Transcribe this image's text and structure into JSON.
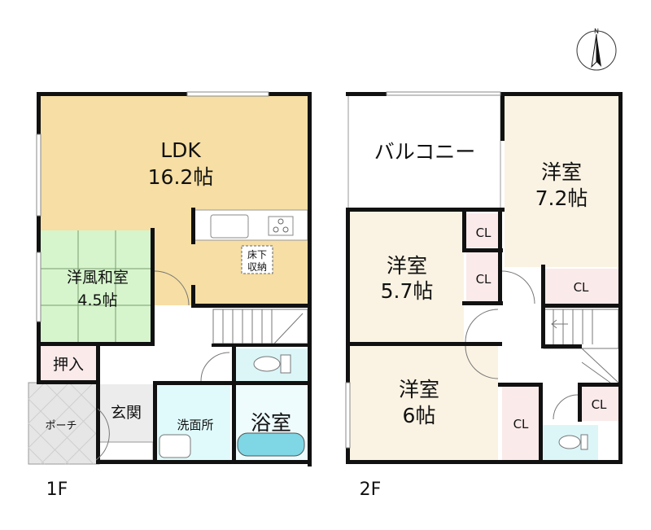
{
  "compass": {
    "label": "N"
  },
  "floor1": {
    "title": "1F",
    "rooms": {
      "ldk": {
        "name": "LDK",
        "size": "16.2帖"
      },
      "washitsu": {
        "name": "洋風和室",
        "size": "4.5帖"
      },
      "oshiire": {
        "name": "押入"
      },
      "genkan": {
        "name": "玄関"
      },
      "porch": {
        "name": "ポーチ"
      },
      "senmen": {
        "name": "洗面所"
      },
      "bath": {
        "name": "浴室"
      },
      "underfloor": {
        "line1": "床下",
        "line2": "収納"
      }
    }
  },
  "floor2": {
    "title": "2F",
    "rooms": {
      "balcony": {
        "name": "バルコニー"
      },
      "room72": {
        "name": "洋室",
        "size": "7.2帖"
      },
      "room57": {
        "name": "洋室",
        "size": "5.7帖"
      },
      "room6": {
        "name": "洋室",
        "size": "6帖"
      },
      "closet": "CL"
    }
  },
  "colors": {
    "ldk": "#f6dea4",
    "washitsu": "#d6f5cc",
    "bedroom": "#faf3e3",
    "closet": "#fbeaea",
    "wet": "#dcf6f8",
    "tub": "#7fd6e4",
    "porch": "#e6e6e6"
  }
}
